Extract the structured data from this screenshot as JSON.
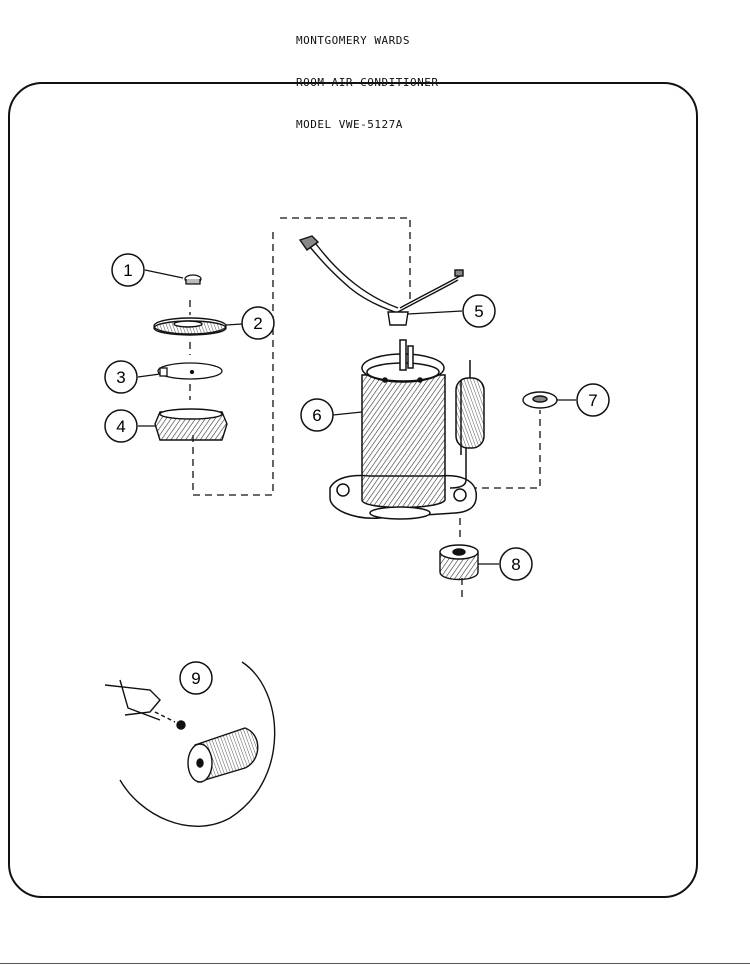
{
  "header": {
    "line1": "MONTGOMERY WARDS",
    "line2": "ROOM AIR CONDITIONER",
    "line3": "MODEL VWE-5127A"
  },
  "callouts": [
    {
      "id": 1,
      "label": "1"
    },
    {
      "id": 2,
      "label": "2"
    },
    {
      "id": 3,
      "label": "3"
    },
    {
      "id": 4,
      "label": "4"
    },
    {
      "id": 5,
      "label": "5"
    },
    {
      "id": 6,
      "label": "6"
    },
    {
      "id": 7,
      "label": "7"
    },
    {
      "id": 8,
      "label": "8"
    },
    {
      "id": 9,
      "label": "9"
    }
  ]
}
